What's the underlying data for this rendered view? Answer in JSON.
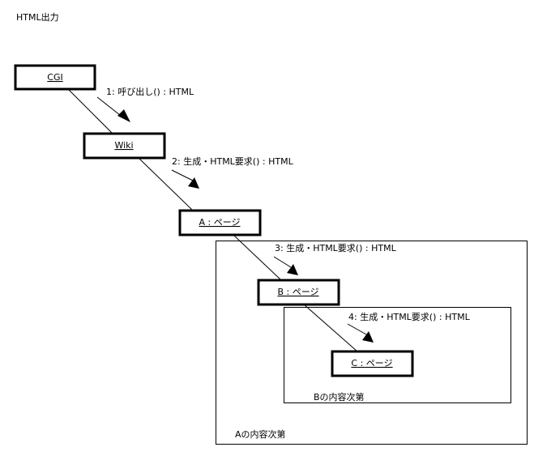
{
  "diagram": {
    "title": "HTML出力",
    "objects": [
      {
        "id": "cgi",
        "label": "CGI"
      },
      {
        "id": "wiki",
        "label": "Wiki"
      },
      {
        "id": "a",
        "label": "A : ページ"
      },
      {
        "id": "b",
        "label": "B : ページ"
      },
      {
        "id": "c",
        "label": "C : ページ"
      }
    ],
    "messages": [
      {
        "label": "1: 呼び出し() : HTML",
        "from": "cgi",
        "to": "wiki"
      },
      {
        "label": "2: 生成・HTML要求() : HTML",
        "from": "wiki",
        "to": "a"
      },
      {
        "label": "3: 生成・HTML要求() : HTML",
        "from": "a",
        "to": "b"
      },
      {
        "label": "4: 生成・HTML要求() : HTML",
        "from": "b",
        "to": "c"
      }
    ],
    "frames": [
      {
        "id": "frame-a",
        "label": "Aの内容次第"
      },
      {
        "id": "frame-b",
        "label": "Bの内容次第"
      }
    ]
  }
}
